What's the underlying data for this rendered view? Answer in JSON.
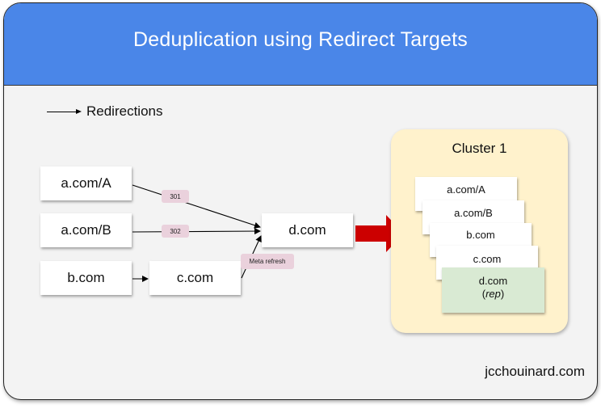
{
  "title": "Deduplication using Redirect Targets",
  "legend": {
    "label": "Redirections"
  },
  "nodes": {
    "a_com_a": "a.com/A",
    "a_com_b": "a.com/B",
    "b_com": "b.com",
    "c_com": "c.com",
    "d_com": "d.com"
  },
  "edge_labels": {
    "e301": "301",
    "e302": "302",
    "meta": "Meta refresh"
  },
  "cluster": {
    "title": "Cluster 1",
    "members": [
      "a.com/A",
      "a.com/B",
      "b.com",
      "c.com",
      "d.com"
    ],
    "rep_prefix": "(",
    "rep_note": "rep",
    "rep_suffix": ")"
  },
  "colors": {
    "header": "#4a86e8",
    "cluster": "#fff2cc",
    "representative": "#d9ead3",
    "edge_label": "#ead1dc",
    "big_arrow": "#cc0000"
  },
  "footer": "jcchouinard.com"
}
